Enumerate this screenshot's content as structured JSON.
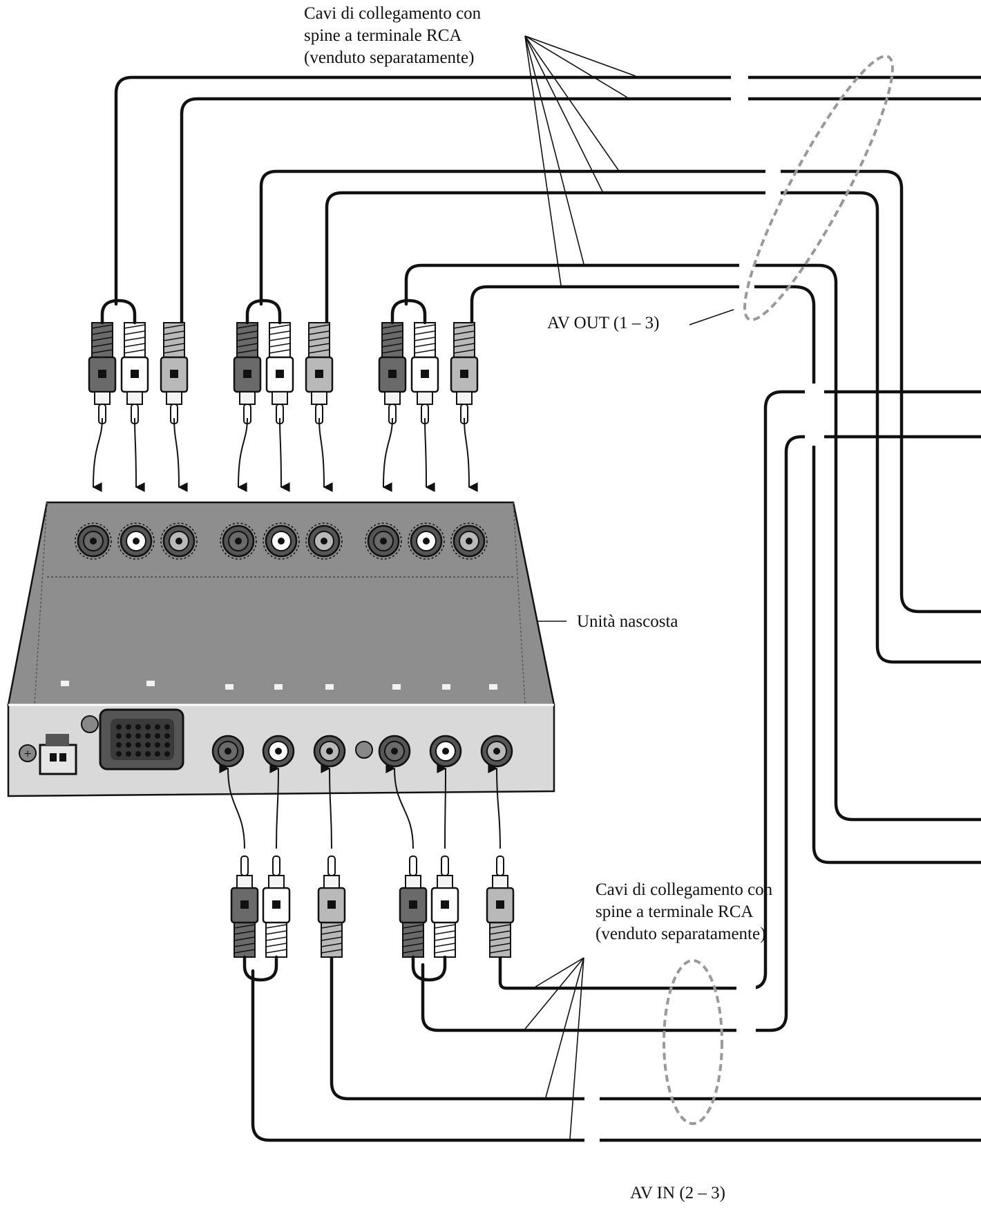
{
  "labels": {
    "cables_top": [
      "Cavi di collegamento con",
      "spine a terminale RCA",
      "(venduto separatamente)"
    ],
    "av_out": "AV OUT (1 – 3)",
    "hidden_unit": "Unità nascosta",
    "cables_bottom": [
      "Cavi di collegamento con",
      "spine a terminale RCA",
      "(venduto separatamente)"
    ],
    "av_in": "AV IN (2 – 3)"
  },
  "top_groups": [
    {
      "name": "av-out-1",
      "plugs": [
        "dark",
        "white",
        "gray"
      ]
    },
    {
      "name": "av-out-2",
      "plugs": [
        "dark",
        "white",
        "gray"
      ]
    },
    {
      "name": "av-out-3",
      "plugs": [
        "dark",
        "white",
        "gray"
      ]
    }
  ],
  "bottom_groups": [
    {
      "name": "av-in-2",
      "plugs": [
        "dark",
        "white",
        "gray"
      ]
    },
    {
      "name": "av-in-3",
      "plugs": [
        "dark",
        "white",
        "gray"
      ]
    }
  ],
  "colors": {
    "plug_dark": "#6a6a6a",
    "plug_white": "#ffffff",
    "plug_gray": "#b9b9b9",
    "unit_top": "#8e8e8e",
    "unit_front": "#d9d9d9",
    "oval": "#9a9a9a"
  }
}
